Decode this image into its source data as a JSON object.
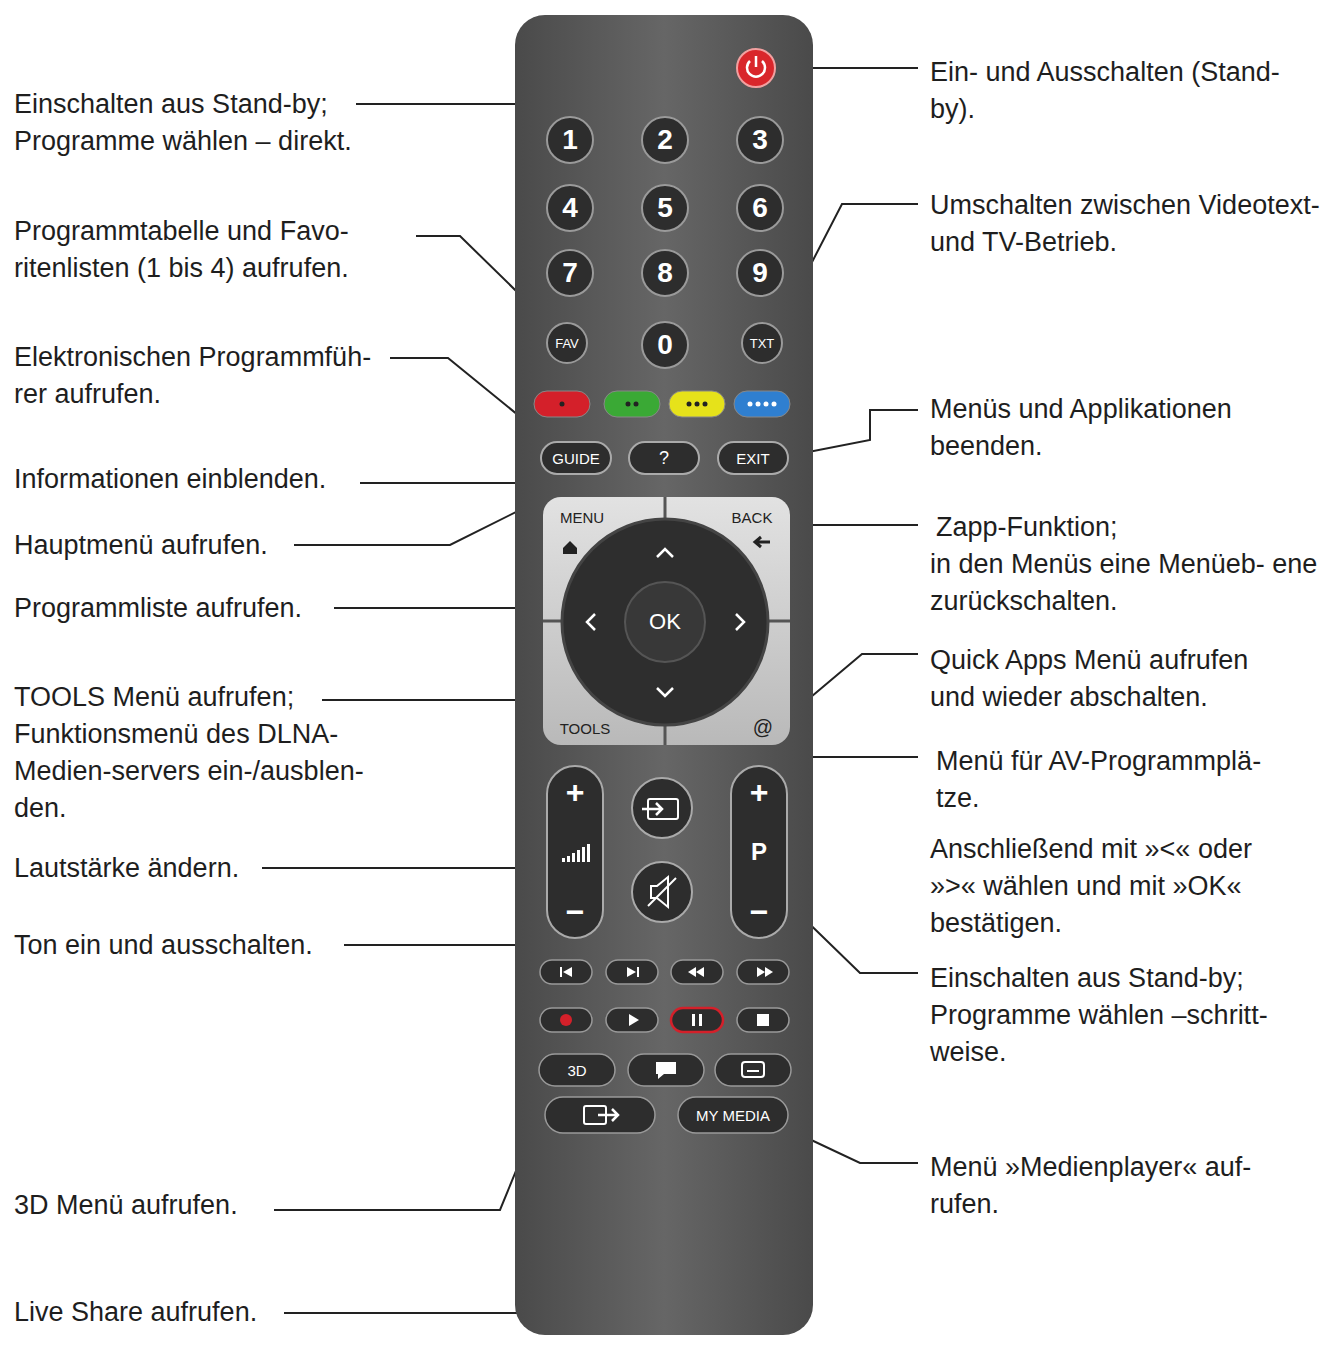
{
  "diagram": {
    "nodes": [
      {
        "text": [
          "1"
        ]
      },
      {
        "text": [
          "2"
        ]
      },
      {
        "text": [
          "3"
        ]
      },
      {
        "text": [
          "4"
        ]
      },
      {
        "text": [
          "5"
        ]
      },
      {
        "text": [
          "6"
        ]
      },
      {
        "text": [
          "7"
        ]
      },
      {
        "text": [
          "8"
        ]
      },
      {
        "text": [
          "9"
        ]
      },
      {
        "text": [
          "FAV"
        ]
      },
      {
        "text": [
          "0"
        ]
      },
      {
        "text": [
          "TXT"
        ]
      },
      {
        "text": [
          "GUIDE"
        ]
      },
      {
        "text": [
          "?"
        ]
      },
      {
        "text": [
          "EXIT"
        ]
      },
      {
        "text": [
          "MENU"
        ]
      },
      {
        "text": [
          "BACK"
        ]
      },
      {
        "text": [
          "OK"
        ]
      },
      {
        "text": [
          "TOOLS"
        ]
      },
      {
        "text": [
          "@"
        ]
      },
      {
        "text": [
          "+",
          "−"
        ]
      },
      {
        "text": [
          "+",
          "P",
          "−"
        ]
      },
      {
        "text": [
          "3D"
        ]
      },
      {
        "text": [
          "MY MEDIA"
        ]
      }
    ],
    "labels": [
      "Einschalten aus Stand-by; Programme wählen – direkt.",
      "Programmtabelle und Favo- ritenlisten (1 bis 4) aufrufen.",
      "Elektronischen Programmfüh- rer aufrufen.",
      "Informationen einblenden.",
      "Hauptmenü aufrufen.",
      "Programmliste aufrufen.",
      "TOOLS Menü aufrufen; Funktionsmenü des DLNA- Medien-servers ein-/ausblen- den.",
      "Lautstärke ändern.",
      "Ton ein und ausschalten.",
      "3D Menü aufrufen.",
      "Live Share aufrufen.",
      "Ein- und Ausschalten (Stand- by).",
      "Umschalten zwischen Videotext- und TV-Betrieb.",
      "Menüs und Applikationen beenden.",
      "Zapp-Funktion;",
      "in den Menüs eine Menüeb- ene zurückschalten.",
      "Quick Apps Menü aufrufen und wieder abschalten.",
      "Menü für AV-Programmplä- tze.",
      "Anschließend mit »<« oder »>« wählen und mit »OK« bestätigen.",
      "Einschalten aus Stand-by; Programme wählen –schritt- weise.",
      "Menü »Medienplayer« auf- rufen."
    ]
  }
}
